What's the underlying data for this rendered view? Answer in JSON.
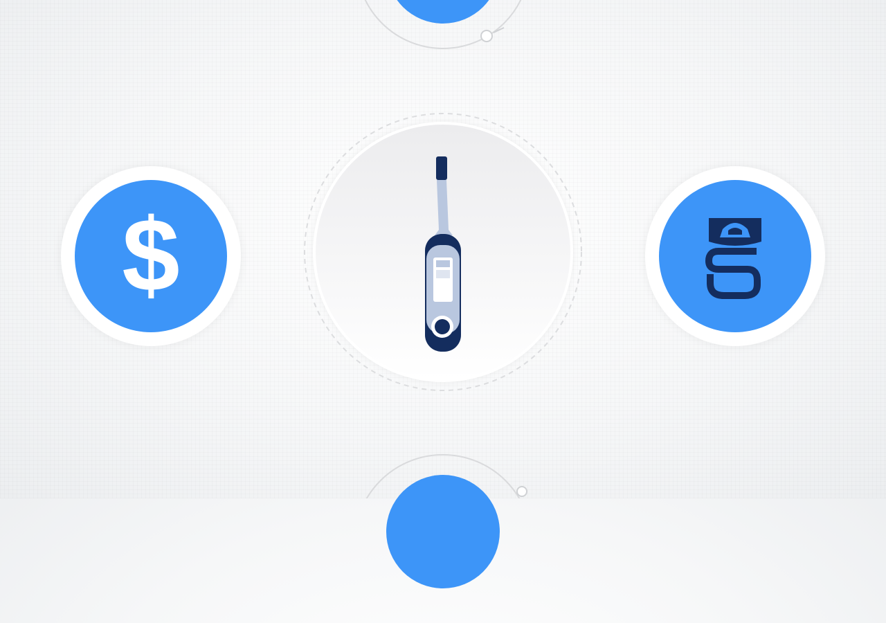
{
  "colors": {
    "accent": "#3d95f8",
    "navy": "#142d5e",
    "ring_line": "#d9dadc",
    "device_body": "#b9c7df"
  },
  "nodes": [
    {
      "id": "top",
      "icon": "partial-circle-icon"
    },
    {
      "id": "left",
      "icon": "dollar-icon",
      "glyph": "$"
    },
    {
      "id": "center",
      "icon": "digital-thermometer-icon"
    },
    {
      "id": "right",
      "icon": "shield-s-logo-icon"
    },
    {
      "id": "bottom",
      "icon": "partial-circle-icon"
    }
  ]
}
